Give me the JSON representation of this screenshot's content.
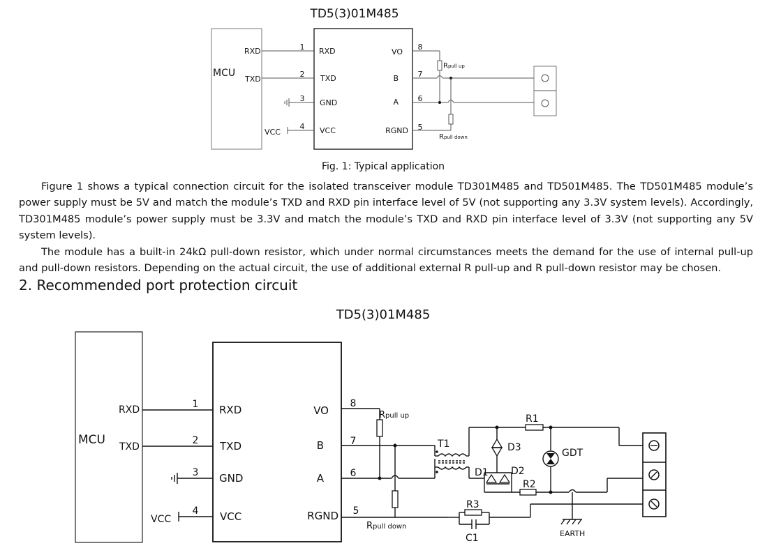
{
  "fig1": {
    "title": "TD5(3)01M485",
    "mcu": "MCU",
    "mcu_pins": {
      "rxd": "RXD",
      "txd": "TXD",
      "vcc": "VCC"
    },
    "left_pins": [
      {
        "num": "1",
        "label": "RXD"
      },
      {
        "num": "2",
        "label": "TXD"
      },
      {
        "num": "3",
        "label": "GND"
      },
      {
        "num": "4",
        "label": "VCC"
      }
    ],
    "right_pins": [
      {
        "num": "8",
        "label": "VO"
      },
      {
        "num": "7",
        "label": "B"
      },
      {
        "num": "6",
        "label": "A"
      },
      {
        "num": "5",
        "label": "RGND"
      }
    ],
    "r_pullup": {
      "main": "R",
      "sub": "pull up"
    },
    "r_pulldown": {
      "main": "R",
      "sub": "pull down"
    },
    "caption": "Fig. 1: Typical application"
  },
  "text": {
    "para1": "Figure 1 shows a typical connection circuit for the isolated transceiver module TD301M485 and TD501M485. The TD501M485 module’s power supply must be 5V and match the module’s TXD and RXD pin interface level of 5V (not supporting any 3.3V system levels). Accordingly, TD301M485 module’s power supply must be 3.3V and match the module’s TXD and RXD pin interface level of 3.3V (not supporting any 5V system levels).",
    "para2": "The module has a built-in 24kΩ pull-down resistor, which under normal circumstances meets the demand for the use of internal pull-up and pull-down resistors. Depending on the actual circuit, the use of additional external R pull-up and R pull-down resistor may be chosen."
  },
  "section": {
    "heading": "2.  Recommended port protection circuit"
  },
  "fig2": {
    "title": "TD5(3)01M485",
    "mcu": "MCU",
    "mcu_pins": {
      "rxd": "RXD",
      "txd": "TXD",
      "vcc": "VCC"
    },
    "left_pins": [
      {
        "num": "1",
        "label": "RXD"
      },
      {
        "num": "2",
        "label": "TXD"
      },
      {
        "num": "3",
        "label": "GND"
      },
      {
        "num": "4",
        "label": "VCC"
      }
    ],
    "right_pins": [
      {
        "num": "8",
        "label": "VO"
      },
      {
        "num": "7",
        "label": "B"
      },
      {
        "num": "6",
        "label": "A"
      },
      {
        "num": "5",
        "label": "RGND"
      }
    ],
    "r_pullup": {
      "main": "R",
      "sub": "pull up"
    },
    "r_pulldown": {
      "main": "R",
      "sub": "pull down"
    },
    "components": {
      "t1": "T1",
      "d1": "D1",
      "d2": "D2",
      "d3": "D3",
      "r1": "R1",
      "r2": "R2",
      "r3": "R3",
      "c1": "C1",
      "gdt": "GDT",
      "earth": "EARTH"
    }
  }
}
